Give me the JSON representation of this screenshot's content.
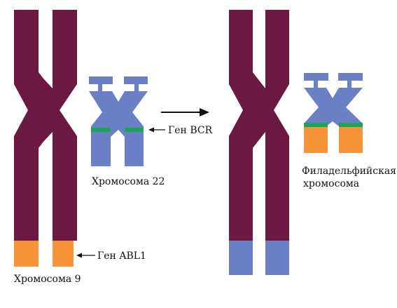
{
  "labels": {
    "chromosome9": "Хромосома 9",
    "chromosome22": "Хромосома 22",
    "gene_bcr": "Ген BCR",
    "gene_abl1": "Ген ABL1",
    "philadelphia_line1": "Филадельфийская",
    "philadelphia_line2": "хромосома"
  },
  "colors": {
    "chromosome_9": "#6b1942",
    "chromosome_22": "#6a7fc4",
    "abl1_segment": "#f79439",
    "bcr_band": "#1aa65a",
    "arrow": "#111111"
  }
}
